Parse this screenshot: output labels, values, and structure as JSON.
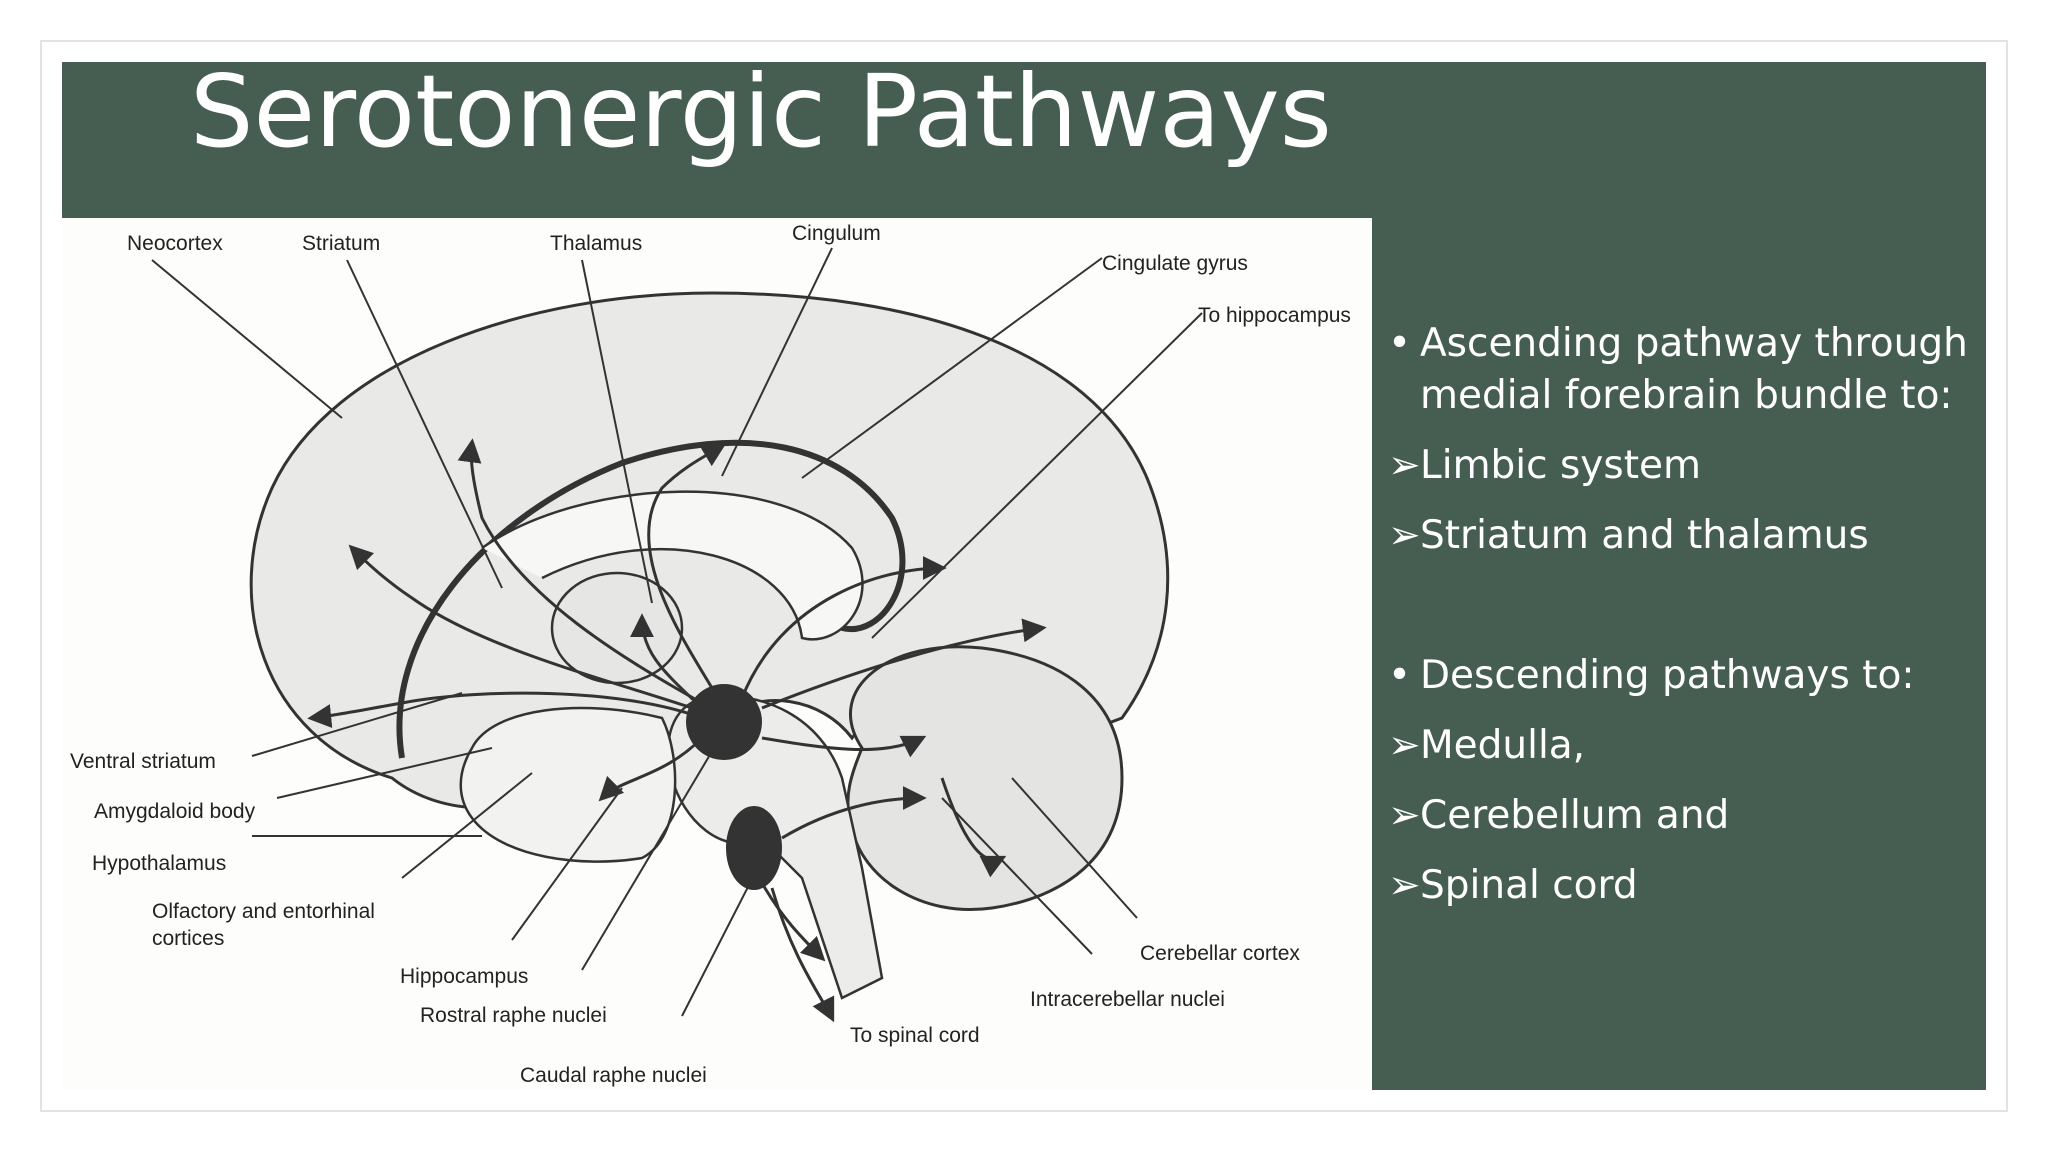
{
  "slide": {
    "title": "Serotonergic Pathways",
    "colors": {
      "background": "#455e51",
      "text": "#ffffff"
    }
  },
  "diagram": {
    "labels": {
      "neocortex": "Neocortex",
      "striatum": "Striatum",
      "thalamus": "Thalamus",
      "cingulum": "Cingulum",
      "cingulate_gyrus": "Cingulate gyrus",
      "to_hippocampus": "To hippocampus",
      "ventral_striatum": "Ventral striatum",
      "amygdaloid_body": "Amygdaloid body",
      "hypothalamus": "Hypothalamus",
      "olfactory_line1": "Olfactory and entorhinal",
      "olfactory_line2": "cortices",
      "hippocampus": "Hippocampus",
      "rostral_raphe": "Rostral raphe nuclei",
      "caudal_raphe": "Caudal raphe nuclei",
      "to_spinal_cord": "To spinal cord",
      "cerebellar_cortex": "Cerebellar cortex",
      "intracerebellar_nuclei": "Intracerebellar nuclei"
    }
  },
  "bullets": {
    "bullet_glyph": "•",
    "arrow_glyph": "➢",
    "ascending": {
      "line1": "Ascending pathway through",
      "line2": "medial forebrain bundle to:",
      "items": [
        "Limbic system",
        "Striatum and thalamus"
      ]
    },
    "descending": {
      "heading": "Descending pathways to:",
      "items": [
        "Medulla,",
        "Cerebellum and",
        "Spinal cord"
      ]
    }
  }
}
